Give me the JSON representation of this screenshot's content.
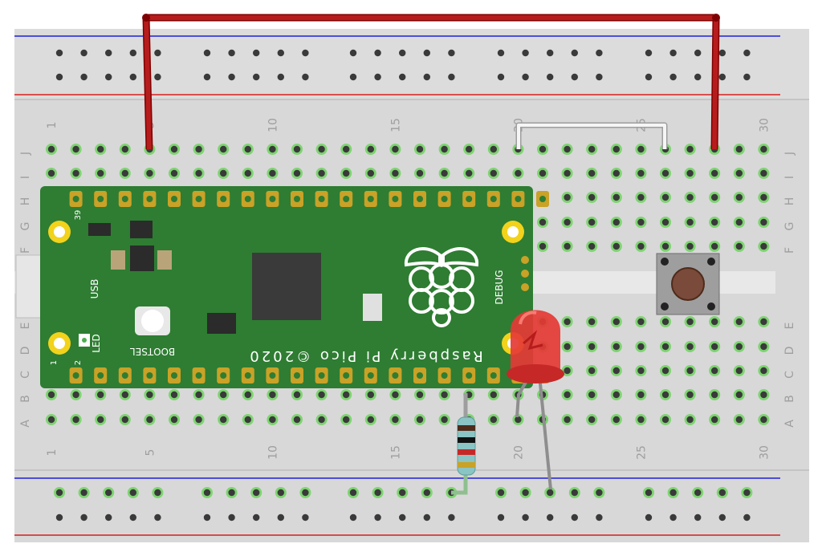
{
  "breadboard": {
    "column_numbers_top": [
      "1",
      "5",
      "10",
      "15",
      "20",
      "25",
      "30"
    ],
    "column_numbers_bottom": [
      "1",
      "5",
      "10",
      "15",
      "20",
      "25",
      "30"
    ],
    "row_letters_top": [
      "J",
      "I",
      "H",
      "G",
      "F"
    ],
    "row_letters_bottom": [
      "E",
      "D",
      "C",
      "B",
      "A"
    ],
    "colors": {
      "board": "#d8d8d8",
      "rail_blue": "#1f1fd6",
      "rail_red": "#d61f1f",
      "hole": "#3a3a3a",
      "active_hole": "#6fd35f"
    }
  },
  "pico": {
    "brand_text": "Raspberry Pi Pico ©2020",
    "usb_label": "USB",
    "debug_label": "DEBUG",
    "bootsel_label": "BOOTSEL",
    "led_label": "LED",
    "pin_1_label": "1",
    "pin_2_label": "2",
    "pin_39_label": "39",
    "colors": {
      "pcb": "#2e7d32",
      "pad": "#c9a227",
      "hole_ring": "#f2d21b"
    }
  },
  "components": {
    "led": {
      "color": "#e53935"
    },
    "resistor": {
      "bands": [
        "#4e2b1a",
        "#111111",
        "#c62828",
        "#c9a227"
      ]
    },
    "pushbutton": {
      "cap_color": "#7a4a3a"
    },
    "wire_main": {
      "color": "#b71c1c"
    },
    "wire_jumper": {
      "color": "#f5f5f5"
    }
  }
}
